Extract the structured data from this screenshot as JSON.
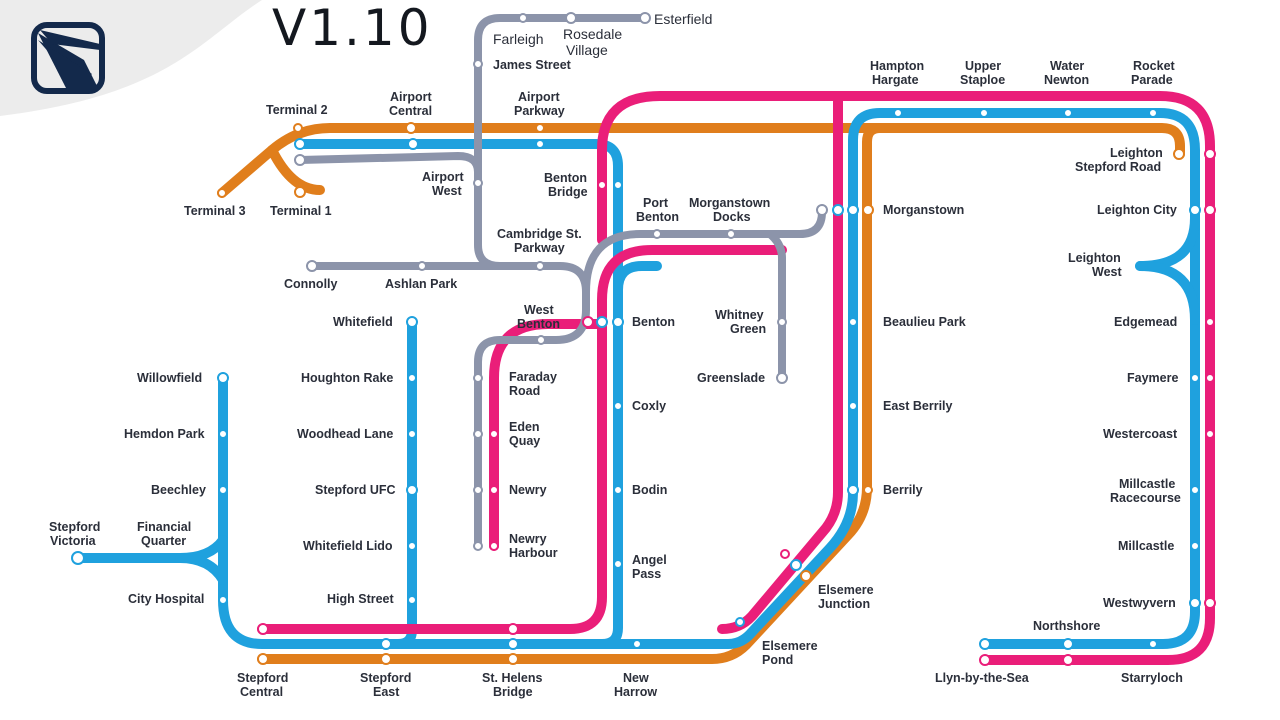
{
  "app": {
    "version": "V1.10",
    "logo_icon": "app-logo-icon"
  },
  "colors": {
    "orange": "#e07e1c",
    "blue": "#1fa1de",
    "pink": "#ea1e79",
    "grey": "#8c94aa",
    "logo_navy": "#13294b",
    "banner": "#ececec"
  },
  "stations": {
    "esterfield": "Esterfield",
    "farleigh": "Farleigh",
    "rosedale_1": "Rosedale",
    "rosedale_2": "Village",
    "james_street": "James Street",
    "terminal2": "Terminal 2",
    "airport_central_1": "Airport",
    "airport_central_2": "Central",
    "airport_parkway_1": "Airport",
    "airport_parkway_2": "Parkway",
    "terminal3": "Terminal 3",
    "terminal1": "Terminal 1",
    "airport_west_1": "Airport",
    "airport_west_2": "West",
    "benton_bridge_1": "Benton",
    "benton_bridge_2": "Bridge",
    "port_benton_1": "Port",
    "port_benton_2": "Benton",
    "morganstown_docks_1": "Morganstown",
    "morganstown_docks_2": "Docks",
    "cambridge_1": "Cambridge St.",
    "cambridge_2": "Parkway",
    "connolly": "Connolly",
    "ashlan_park": "Ashlan Park",
    "hampton_1": "Hampton",
    "hampton_2": "Hargate",
    "upper_staploe_1": "Upper",
    "upper_staploe_2": "Staploe",
    "water_newton_1": "Water",
    "water_newton_2": "Newton",
    "rocket_parade_1": "Rocket",
    "rocket_parade_2": "Parade",
    "leighton_stepford_1": "Leighton",
    "leighton_stepford_2": "Stepford Road",
    "leighton_city": "Leighton City",
    "leighton_west_1": "Leighton",
    "leighton_west_2": "West",
    "morganstown": "Morganstown",
    "whitefield": "Whitefield",
    "west_benton_1": "West",
    "west_benton_2": "Benton",
    "benton": "Benton",
    "whitney_green_1": "Whitney",
    "whitney_green_2": "Green",
    "beaulieu_park": "Beaulieu Park",
    "edgemead": "Edgemead",
    "willowfield": "Willowfield",
    "houghton_rake": "Houghton Rake",
    "faraday_1": "Faraday",
    "faraday_2": "Road",
    "greenslade": "Greenslade",
    "faymere": "Faymere",
    "coxly": "Coxly",
    "east_berrily": "East Berrily",
    "hemdon_park": "Hemdon Park",
    "woodhead_lane": "Woodhead Lane",
    "eden_quay_1": "Eden",
    "eden_quay_2": "Quay",
    "westercoast": "Westercoast",
    "beechley": "Beechley",
    "stepford_ufc": "Stepford UFC",
    "newry": "Newry",
    "bodin": "Bodin",
    "berrily": "Berrily",
    "millcastle_rc_1": "Millcastle",
    "millcastle_rc_2": "Racecourse",
    "stepford_victoria_1": "Stepford",
    "stepford_victoria_2": "Victoria",
    "financial_quarter_1": "Financial",
    "financial_quarter_2": "Quarter",
    "newry_harbour_1": "Newry",
    "newry_harbour_2": "Harbour",
    "whitefield_lido": "Whitefield Lido",
    "millcastle": "Millcastle",
    "angel_pass_1": "Angel",
    "angel_pass_2": "Pass",
    "elsemere_junction_1": "Elsemere",
    "elsemere_junction_2": "Junction",
    "city_hospital": "City Hospital",
    "high_street": "High Street",
    "westwyvern": "Westwyvern",
    "northshore": "Northshore",
    "elsemere_pond_1": "Elsemere",
    "elsemere_pond_2": "Pond",
    "stepford_central_1": "Stepford",
    "stepford_central_2": "Central",
    "stepford_east_1": "Stepford",
    "stepford_east_2": "East",
    "st_helens_1": "St. Helens",
    "st_helens_2": "Bridge",
    "new_harrow_1": "New",
    "new_harrow_2": "Harrow",
    "llyn": "Llyn-by-the-Sea",
    "starryloch": "Starryloch"
  }
}
